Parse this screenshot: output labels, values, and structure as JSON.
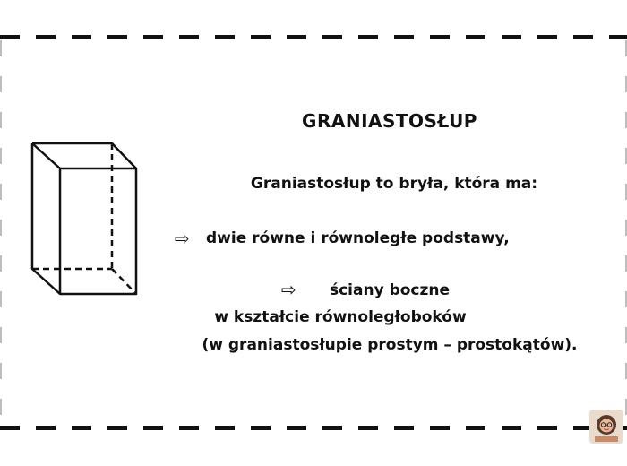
{
  "title": "GRANIASTOSŁUP",
  "intro": "Graniastosłup to bryła, która ma:",
  "bullets": [
    {
      "arrow": "⇨",
      "text": "dwie równe i równoległe podstawy,"
    },
    {
      "arrow": "⇨",
      "line1": "ściany boczne",
      "line2": "w kształcie równoległoboków",
      "line3": "(w graniastosłupie prostym – prostokątów)."
    }
  ],
  "figure": {
    "shape": "rectangular-prism",
    "hidden_edges": "dashed"
  },
  "colors": {
    "ink": "#111111",
    "background": "#ffffff"
  }
}
